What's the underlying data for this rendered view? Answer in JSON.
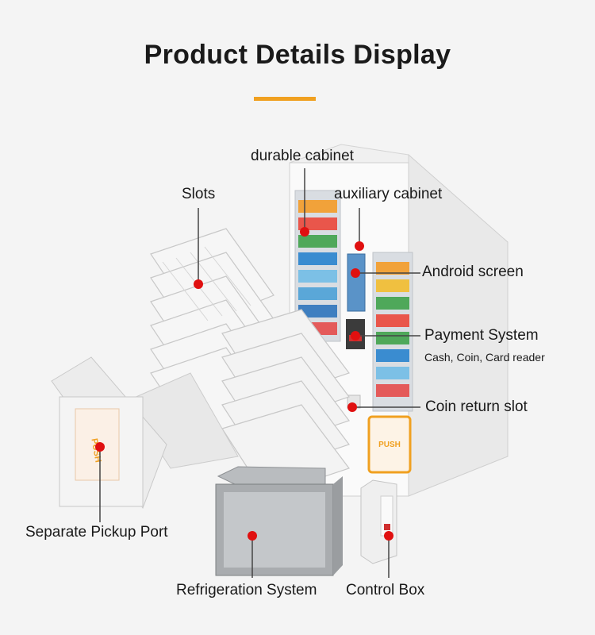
{
  "header": {
    "title": "Product Details Display",
    "accent_color": "#f0a020"
  },
  "marker_color": "#e01010",
  "labels": {
    "durable_cabinet": "durable cabinet",
    "auxiliary_cabinet": "auxiliary cabinet",
    "slots": "Slots",
    "android_screen": "Android screen",
    "payment_system": "Payment System",
    "payment_methods": "Cash, Coin, Card reader",
    "coin_return_slot": "Coin return slot",
    "separate_pickup_port": "Separate Pickup Port",
    "refrigeration_system": "Refrigeration System",
    "control_box": "Control Box"
  },
  "machine": {
    "push_label": "PUSH",
    "pickup_push_label": "PUSH"
  }
}
